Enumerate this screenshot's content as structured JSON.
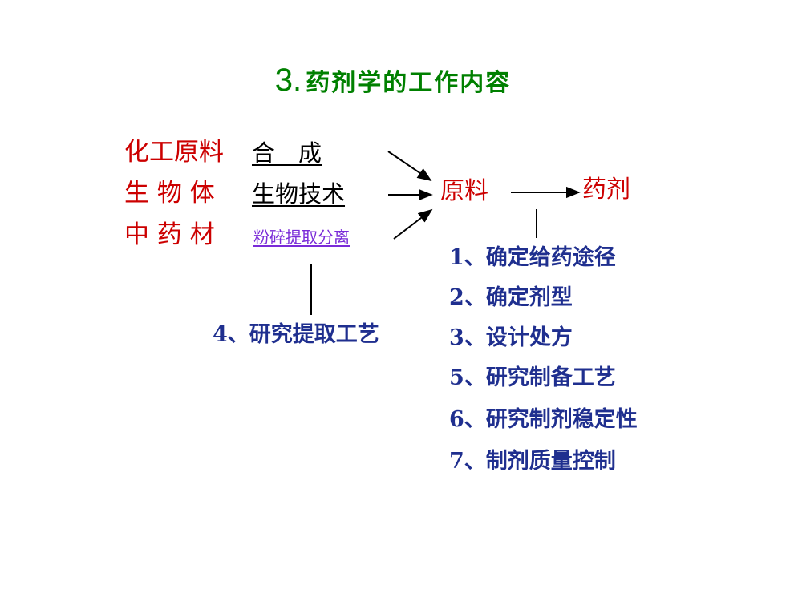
{
  "title": {
    "number": "3.",
    "text": "药剂学的工作内容"
  },
  "sources": [
    {
      "label": "化工原料",
      "process": "合　成"
    },
    {
      "label": "生 物 体",
      "process": "生物技术"
    },
    {
      "label": "中 药 材",
      "process": "粉碎提取分离"
    }
  ],
  "extraction_step": "4、研究提取工艺",
  "raw_material": "原料",
  "preparation": "药剂",
  "steps": [
    "1、确定给药途径",
    "2、确定剂型",
    "3、设计处方",
    "5、研究制备工艺",
    "6、研究制剂稳定性",
    "7、制剂质量控制"
  ],
  "colors": {
    "title": "#008000",
    "source": "#cc0000",
    "node": "#cc0000",
    "step": "#1f2f8f",
    "small_process": "#7a2bd8"
  }
}
